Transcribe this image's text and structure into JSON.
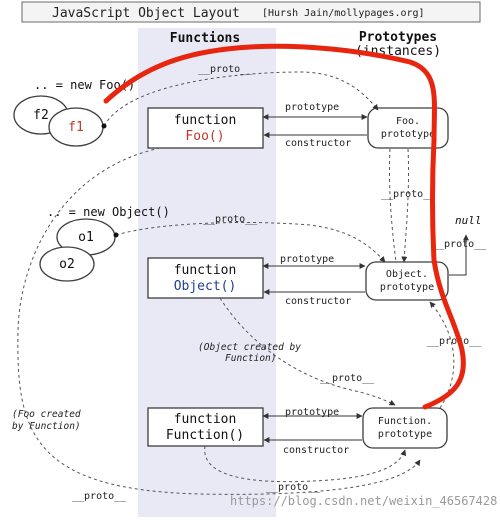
{
  "header": {
    "title": "JavaScript Object Layout",
    "credit": "[Hursh Jain/mollypages.org]"
  },
  "columns": {
    "functions": "Functions",
    "prototypes_line1": "Prototypes",
    "prototypes_line2": "(instances)"
  },
  "objects": {
    "new_foo": ".. = new Foo()",
    "f1": "f1",
    "f2": "f2",
    "new_object": ".. = new Object()",
    "o1": "o1",
    "o2": "o2"
  },
  "functions": {
    "foo": {
      "keyword": "function",
      "name": "Foo()"
    },
    "object": {
      "keyword": "function",
      "name": "Object()"
    },
    "function": {
      "keyword": "function",
      "name": "Function()"
    }
  },
  "prototypes": {
    "foo_line1": "Foo.",
    "foo_line2": "prototype",
    "object_line1": "Object.",
    "object_line2": "prototype",
    "function_line1": "Function.",
    "function_line2": "prototype"
  },
  "links": {
    "proto": "__proto__",
    "prototype": "prototype",
    "constructor": "constructor",
    "null": "null"
  },
  "notes": {
    "object_created_line1": "(Object created by",
    "object_created_line2": "Function)",
    "foo_created_line1": "(Foo created",
    "foo_created_line2": "by Function)"
  },
  "watermark": "https://blog.csdn.net/weixin_46567428",
  "colors": {
    "annotation_stroke": "#e8260f",
    "functions_column_bg": "#e9e9f5",
    "foo_name": "#c0392b",
    "f1_label": "#c0392b",
    "object_name": "#1f3f8f"
  }
}
